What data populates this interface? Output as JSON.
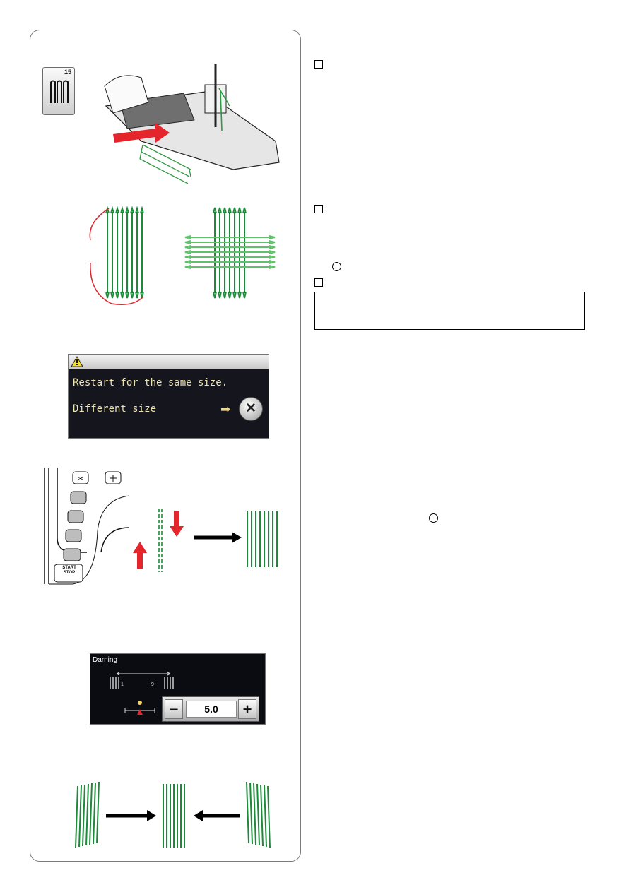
{
  "pattern_button": {
    "number": "15",
    "icon": "darning-pattern-icon"
  },
  "message_screen": {
    "line1": "Restart for the same size.",
    "line2": "Different size",
    "warning_icon": "warning-triangle-icon",
    "close_symbol": "✕"
  },
  "control_panel": {
    "start_stop_line1": "START",
    "start_stop_line2": "STOP",
    "scissors_icon": "thread-cutter-icon",
    "needle_icon": "needle-up-down-icon"
  },
  "darning_panel": {
    "title": "Darning",
    "range_start": "1",
    "range_end": "9",
    "minus_label": "−",
    "value": "5.0",
    "plus_label": "+"
  },
  "colors": {
    "stitch_dark": "#1d8a3a",
    "stitch_light": "#5fc26a",
    "arrow_red": "#e4262c",
    "bracket_red": "#d8262c",
    "lcd_text": "#ede3b0"
  }
}
